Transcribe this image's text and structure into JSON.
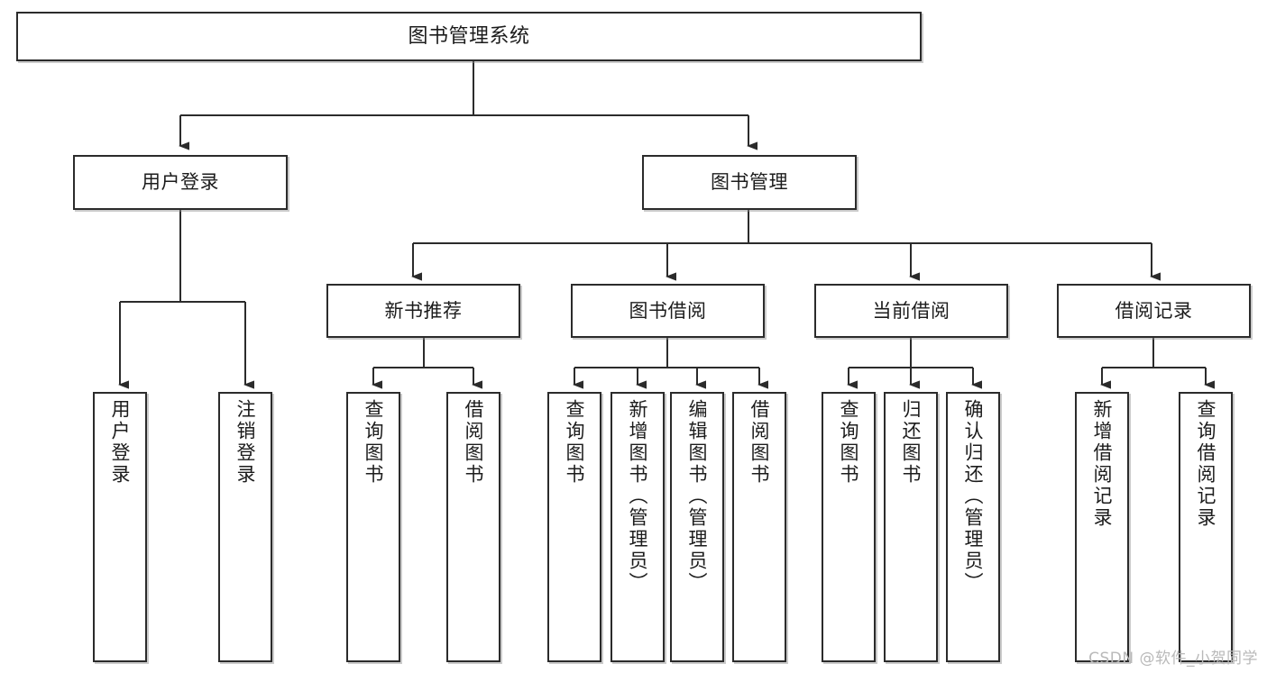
{
  "diagram": {
    "type": "tree-hierarchy",
    "title": "图书管理系统",
    "watermark": "CSDN @软件_小贺同学",
    "colors": {
      "stroke": "#2b2b2b",
      "fill": "#ffffff",
      "text": "#1c1c1c",
      "watermark": "#b9b9b9"
    },
    "levels": {
      "root": {
        "label": "图书管理系统"
      },
      "level1": [
        {
          "id": "user-login",
          "label": "用户登录"
        },
        {
          "id": "book-management",
          "label": "图书管理"
        }
      ],
      "level2": [
        {
          "id": "new-book-recommend",
          "label": "新书推荐",
          "parent": "book-management"
        },
        {
          "id": "book-borrow",
          "label": "图书借阅",
          "parent": "book-management"
        },
        {
          "id": "current-borrow",
          "label": "当前借阅",
          "parent": "book-management"
        },
        {
          "id": "borrow-record",
          "label": "借阅记录",
          "parent": "book-management"
        }
      ],
      "leaves": [
        {
          "id": "leaf-user-login",
          "label": "用户登录",
          "parent": "user-login"
        },
        {
          "id": "leaf-logout-login",
          "label": "注销登录",
          "parent": "user-login"
        },
        {
          "id": "leaf-query-book-1",
          "label": "查询图书",
          "parent": "new-book-recommend"
        },
        {
          "id": "leaf-borrow-book-1",
          "label": "借阅图书",
          "parent": "new-book-recommend"
        },
        {
          "id": "leaf-query-book-2",
          "label": "查询图书",
          "parent": "book-borrow"
        },
        {
          "id": "leaf-add-book",
          "label": "新增图书（管理员）",
          "parent": "book-borrow"
        },
        {
          "id": "leaf-edit-book",
          "label": "编辑图书（管理员）",
          "parent": "book-borrow"
        },
        {
          "id": "leaf-borrow-book-2",
          "label": "借阅图书",
          "parent": "book-borrow"
        },
        {
          "id": "leaf-query-book-3",
          "label": "查询图书",
          "parent": "current-borrow"
        },
        {
          "id": "leaf-return-book",
          "label": "归还图书",
          "parent": "current-borrow"
        },
        {
          "id": "leaf-confirm-return",
          "label": "确认归还（管理员）",
          "parent": "current-borrow"
        },
        {
          "id": "leaf-add-record",
          "label": "新增借阅记录",
          "parent": "borrow-record"
        },
        {
          "id": "leaf-query-record",
          "label": "查询借阅记录",
          "parent": "borrow-record"
        }
      ]
    }
  }
}
